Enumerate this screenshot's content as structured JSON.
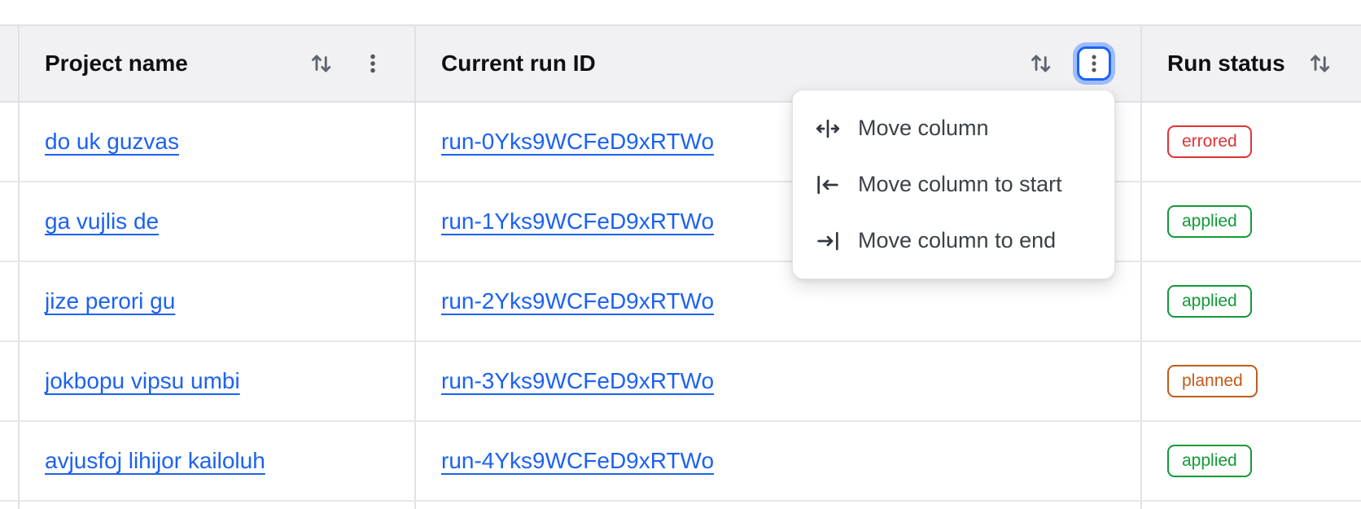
{
  "header": {
    "columns": [
      {
        "label": "Project name"
      },
      {
        "label": "Current run ID"
      },
      {
        "label": "Run status"
      }
    ]
  },
  "table": {
    "rows": [
      {
        "project": "do uk guzvas",
        "run_id": "run-0Yks9WCFeD9xRTWo",
        "status": "errored"
      },
      {
        "project": "ga vujlis de",
        "run_id": "run-1Yks9WCFeD9xRTWo",
        "status": "applied"
      },
      {
        "project": "jize perori gu",
        "run_id": "run-2Yks9WCFeD9xRTWo",
        "status": "applied"
      },
      {
        "project": "jokbopu vipsu umbi",
        "run_id": "run-3Yks9WCFeD9xRTWo",
        "status": "planned"
      },
      {
        "project": "avjusfoj lihijor kailoluh",
        "run_id": "run-4Yks9WCFeD9xRTWo",
        "status": "applied"
      }
    ]
  },
  "column_menu": {
    "items": [
      {
        "label": "Move column",
        "icon": "move-column-icon"
      },
      {
        "label": "Move column to start",
        "icon": "move-column-to-start-icon"
      },
      {
        "label": "Move column to end",
        "icon": "move-column-to-end-icon"
      }
    ]
  },
  "icons": {
    "sort": "sort-arrows-icon",
    "more_options": "kebab-menu-icon"
  },
  "colors": {
    "link": "#1c62f0",
    "focus_border": "#1b64f4",
    "focus_ring": "#9fbdfa",
    "header_bg": "#f1f1f3",
    "border": "#e0e1e5",
    "menu_text": "#3b4147",
    "status": {
      "errored": "#e03334",
      "applied": "#119a38",
      "planned": "#c05c1a"
    }
  }
}
